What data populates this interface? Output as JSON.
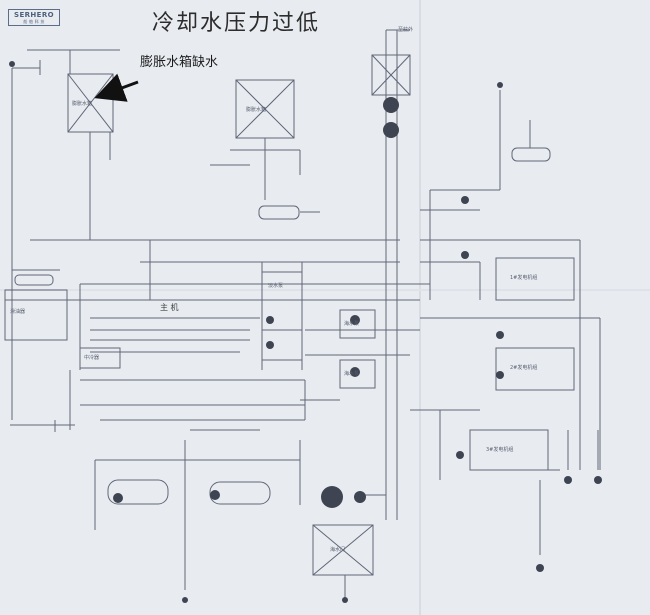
{
  "header": {
    "logo_text": "SERHERO",
    "logo_sub": "船 舶 科 技",
    "title": "冷却水压力过低"
  },
  "annotation": {
    "text": "膨胀水箱缺水"
  },
  "labels": {
    "main_engine": "主 机",
    "cooler": "中冷器",
    "oil_cooler": "滑油器",
    "expansion_tank": "膨胀水箱",
    "expansion_tank_2": "膨胀水箱",
    "generator_1": "1#发电机组",
    "generator_2": "2#发电机组",
    "generator_3": "3#发电机组",
    "seawater_pump_1": "海水泵",
    "seawater_pump_2": "海水泵",
    "freshwater_pump": "淡水泵",
    "sea_chest": "海水门",
    "drain": "至舷外"
  },
  "colors": {
    "paper": "#e9edf2",
    "line": "#5b6273",
    "arrow": "#111111"
  }
}
